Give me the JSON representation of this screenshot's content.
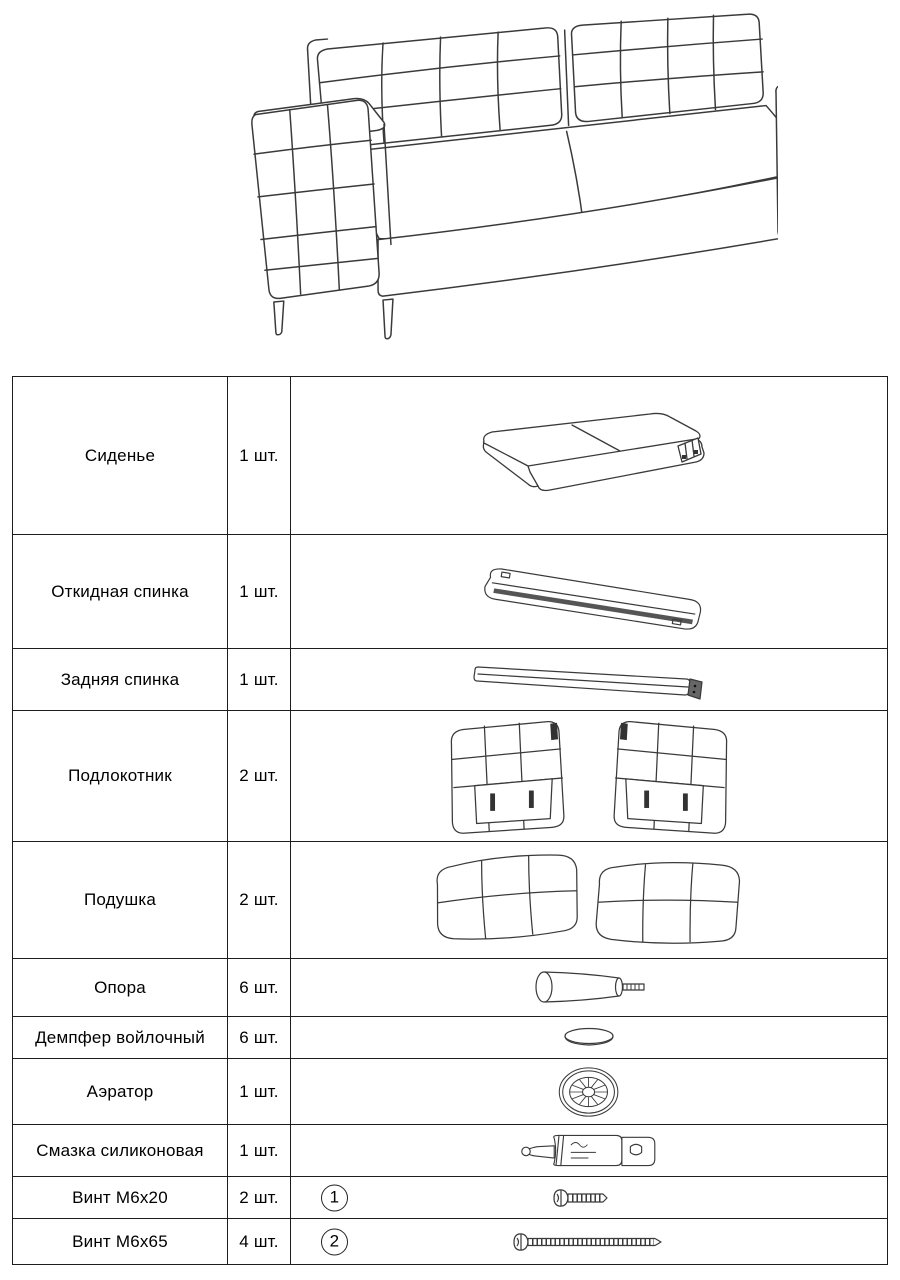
{
  "document": {
    "kind": "sofa-assembly-parts-list",
    "accent_stroke": "#3a3a3a",
    "border_color": "#1d1d1d"
  },
  "hero": {
    "illustration": "tufted-sofa-line-drawing"
  },
  "parts": [
    {
      "name": "Сиденье",
      "qty": "1 шт.",
      "illustration": "seat-drawing"
    },
    {
      "name": "Откидная спинка",
      "qty": "1 шт.",
      "illustration": "folding-backrest-drawing"
    },
    {
      "name": "Задняя спинка",
      "qty": "1 шт.",
      "illustration": "rear-back-panel-drawing"
    },
    {
      "name": "Подлокотник",
      "qty": "2 шт.",
      "illustration": "armrest-pair-drawing"
    },
    {
      "name": "Подушка",
      "qty": "2 шт.",
      "illustration": "cushion-pair-drawing"
    },
    {
      "name": "Опора",
      "qty": "6 шт.",
      "illustration": "leg-support-drawing"
    },
    {
      "name": "Демпфер войлочный",
      "qty": "6 шт.",
      "illustration": "felt-damper-drawing"
    },
    {
      "name": "Аэратор",
      "qty": "1 шт.",
      "illustration": "aerator-drawing"
    },
    {
      "name": "Смазка силиконовая",
      "qty": "1 шт.",
      "illustration": "silicone-grease-drawing"
    },
    {
      "name": "Винт М6х20",
      "qty": "2 шт.",
      "marker": "1",
      "illustration": "screw-m6x20-drawing"
    },
    {
      "name": "Винт М6х65",
      "qty": "4 шт.",
      "marker": "2",
      "illustration": "screw-m6x65-drawing"
    }
  ]
}
